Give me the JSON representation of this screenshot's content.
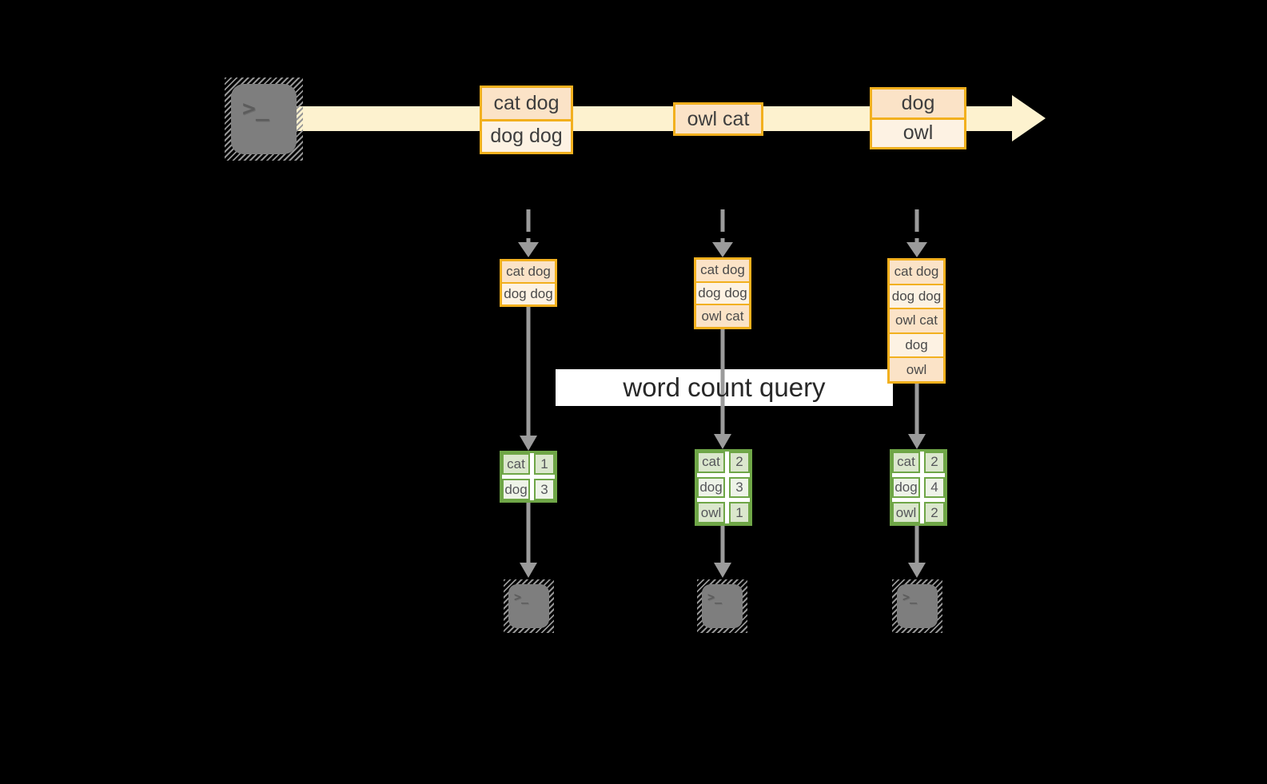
{
  "banner": {
    "label": "word count query"
  },
  "prompt": {
    "glyph": ">_"
  },
  "stream": {
    "events": [
      {
        "rows": [
          "cat dog",
          "dog dog"
        ]
      },
      {
        "rows": [
          "owl cat"
        ]
      },
      {
        "rows": [
          "dog",
          "owl"
        ]
      }
    ]
  },
  "columns": [
    {
      "stack": [
        "cat dog",
        "dog dog"
      ],
      "table": [
        [
          "cat",
          "1"
        ],
        [
          "dog",
          "3"
        ]
      ]
    },
    {
      "stack": [
        "cat dog",
        "dog dog",
        "owl cat"
      ],
      "table": [
        [
          "cat",
          "2"
        ],
        [
          "dog",
          "3"
        ],
        [
          "owl",
          "1"
        ]
      ]
    },
    {
      "stack": [
        "cat dog",
        "dog dog",
        "owl cat",
        "dog",
        "owl"
      ],
      "table": [
        [
          "cat",
          "2"
        ],
        [
          "dog",
          "4"
        ],
        [
          "owl",
          "2"
        ]
      ]
    }
  ],
  "colors": {
    "background": "#000000",
    "stream_band": "#fdf2cf",
    "event_border": "#f2b01e",
    "event_fill_dark": "#fbe3c7",
    "event_fill_light": "#fdf2e3",
    "table_border": "#6fa647",
    "table_fill_dark": "#dbe7cd",
    "table_fill_light": "#eef3e8",
    "banner_bg": "#ffffff",
    "arrow_gray": "#9b9b9b",
    "terminal_gray": "#7e7e7e"
  }
}
